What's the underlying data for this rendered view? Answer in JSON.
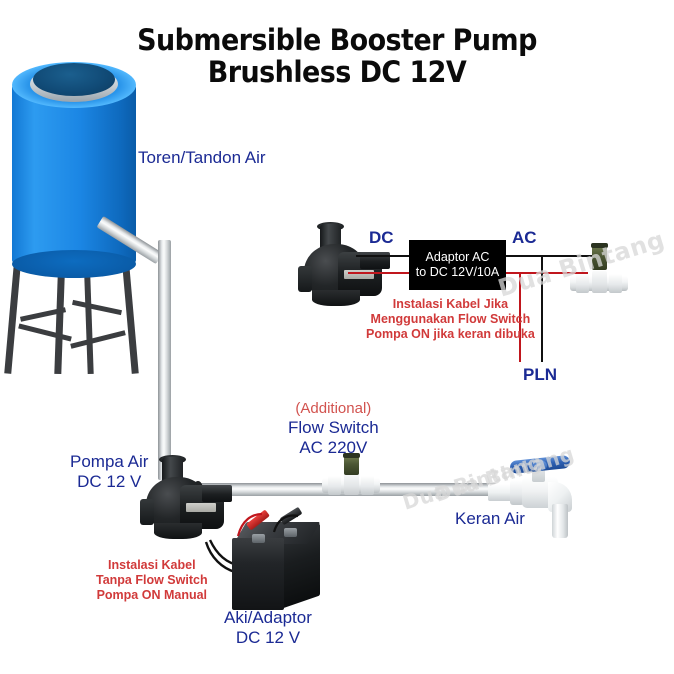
{
  "title": {
    "line1": "Submersible Booster Pump",
    "line2": "Brushless DC 12V"
  },
  "colors": {
    "title": "#0b0b0b",
    "label_blue": "#23339c",
    "label_red": "#d13a3a",
    "wire_red": "#c0161d",
    "wire_black": "#101010",
    "tank_blue": "#1b86e4",
    "faucet_handle_blue": "#2f62b4",
    "adaptor_box_bg": "#000000",
    "adaptor_box_text": "#ffffff",
    "pipe_gray": "#d4d8da"
  },
  "labels": {
    "tank": "Toren/Tandon Air",
    "pump_water": "Pompa Air",
    "pump_water_spec": "DC 12 V",
    "dc": "DC",
    "ac": "AC",
    "pln": "PLN",
    "faucet": "Keran Air",
    "battery": "Aki/Adaptor",
    "battery_spec": "DC 12 V",
    "flow_switch_additional": "(Additional)",
    "flow_switch": "Flow Switch",
    "flow_switch_spec": "AC 220V"
  },
  "adaptor": {
    "line1": "Adaptor AC",
    "line2": "to DC 12V/10A"
  },
  "notes": {
    "with_flow_switch": [
      "Instalasi Kabel Jika",
      "Menggunakan Flow Switch",
      "Pompa ON jika keran dibuka"
    ],
    "without_flow_switch": [
      "Instalasi Kabel",
      "Tanpa Flow Switch",
      "Pompa ON Manual"
    ]
  },
  "watermark": {
    "text": "Dua Bintang"
  }
}
